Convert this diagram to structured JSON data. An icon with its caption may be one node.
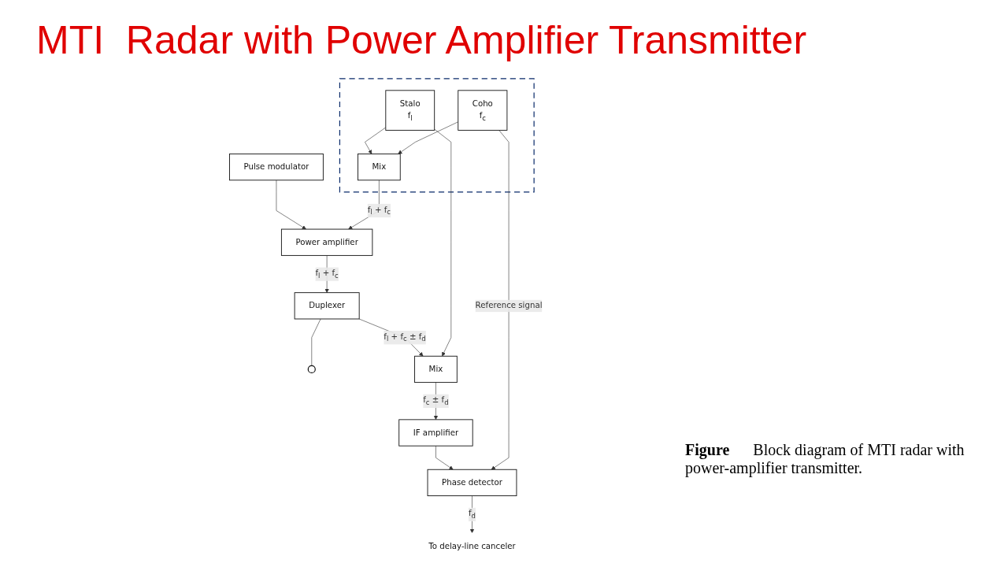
{
  "diagram": {
    "title": "MTI  Radar with Power Amplifier Transmitter",
    "caption": "**Figure**      Block diagram of MTI radar with power-amplifier transmitter.",
    "nodes": [
      {
        "text": [
          "Pulse modulator"
        ]
      },
      {
        "text": [
          "Power amplifier"
        ]
      },
      {
        "text": [
          "Duplexer"
        ]
      },
      {
        "text": [],
        "shape": "antenna"
      },
      {
        "text": [
          "Mix"
        ]
      },
      {
        "text": [],
        "shape": "box"
      },
      {
        "text": [
          "Stalo",
          "f$_{l}$"
        ],
        "in": 5
      },
      {
        "text": [
          "Mix"
        ],
        "in": 5
      },
      {
        "text": [
          "Coho",
          "f$_{c}$"
        ],
        "in": 5
      },
      {
        "text": [
          "IF amplifier"
        ]
      },
      {
        "text": [
          "Phase detector"
        ]
      },
      {
        "text": [
          "To delay-line canceler"
        ]
      }
    ],
    "edges": [
      {
        "from": 0,
        "to": 1,
        "arrow": "to"
      },
      {
        "from": 1,
        "to": 2,
        "arrow": "to",
        "label": "f$_{l}$ + f$_{c}$"
      },
      {
        "from": 2,
        "to": 3,
        "arrow": "none"
      },
      {
        "from": 2,
        "to": 4,
        "arrow": "to",
        "label": "f$_{l}$ + f$_{c}$ ± f$_{d}$"
      },
      {
        "from": 6,
        "to": 4,
        "arrow": "to"
      },
      {
        "from": 6,
        "to": 7,
        "arrow": "to"
      },
      {
        "from": 8,
        "to": 7,
        "arrow": "to"
      },
      {
        "from": 7,
        "to": 1,
        "arrow": "to",
        "label": "f$_{l}$ + f$_{c}$"
      },
      {
        "from": 4,
        "to": 9,
        "arrow": "to",
        "label": "f$_{c}$ ± f$_{d}$"
      },
      {
        "from": 9,
        "to": 10,
        "arrow": "to"
      },
      {
        "from": 8,
        "to": 10,
        "arrow": "to",
        "label": "Reference signal"
      },
      {
        "from": 10,
        "to": 11,
        "arrow": "to",
        "label": "f$_{d}$"
      }
    ]
  }
}
